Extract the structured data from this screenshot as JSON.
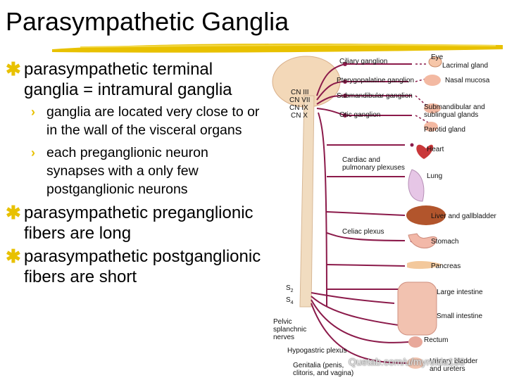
{
  "title": "Parasympathetic Ganglia",
  "accent_color": "#e8c100",
  "nerve_color": "#8b1a4a",
  "bullets": [
    {
      "text": "parasympathetic terminal ganglia = intramural ganglia",
      "sub": [
        "ganglia are located very close to or in the wall of the visceral organs",
        "each preganglionic neuron synapses with a only few postganglionic neurons"
      ]
    },
    {
      "text": "parasympathetic preganglionic fibers are long"
    },
    {
      "text": "parasympathetic postganglionic fibers are short"
    }
  ],
  "diagram": {
    "cranial_nerves": [
      "CN III",
      "CN VII",
      "CN IX",
      "CN X"
    ],
    "ganglia": [
      "Ciliary ganglion",
      "Pterygopalatine ganglion",
      "Submandibular ganglion",
      "Otic ganglion"
    ],
    "organs": [
      "Eye",
      "Lacrimal gland",
      "Nasal mucosa",
      "Submandibular and",
      "sublingual glands",
      "Parotid gland",
      "Heart",
      "Lung",
      "Liver and gallbladder",
      "Stomach",
      "Pancreas",
      "Large intestine",
      "Small intestine",
      "Rectum",
      "Urinary bladder",
      "and ureters"
    ],
    "plexuses": [
      "Cardiac and",
      "pulmonary plexuses",
      "Celiac plexus"
    ],
    "sacral": [
      "S",
      "2",
      "S",
      "4"
    ],
    "pelvic": [
      "Pelvic",
      "splanchnic",
      "nerves"
    ],
    "hypogastric": "Hypogastric plexus",
    "genitalia": [
      "Genitalia (penis,",
      "clitoris, and vagina)"
    ]
  },
  "watermark": "Quetab.com/u/myrelda133"
}
